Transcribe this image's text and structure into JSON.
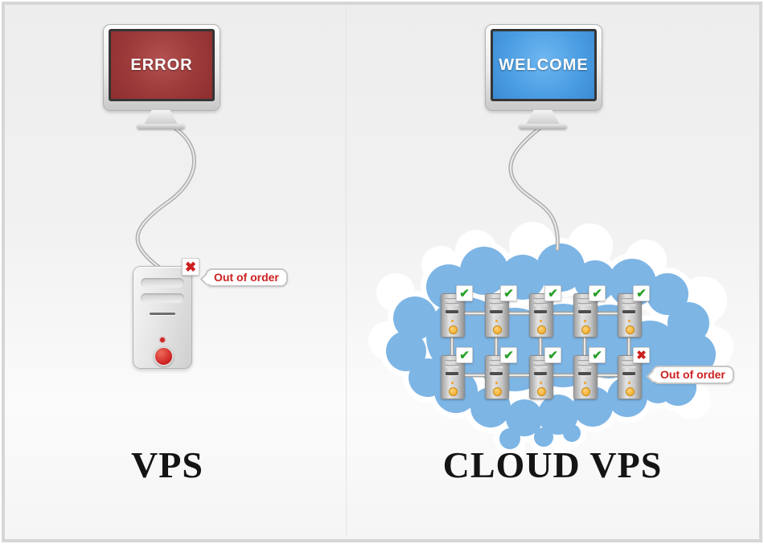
{
  "left_panel": {
    "monitor_text": "ERROR",
    "label": "VPS",
    "out_of_order": "Out of order"
  },
  "right_panel": {
    "monitor_text": "WELCOME",
    "label": "CLOUD VPS",
    "out_of_order": "Out of order",
    "servers": [
      {
        "status": "ok"
      },
      {
        "status": "ok"
      },
      {
        "status": "ok"
      },
      {
        "status": "ok"
      },
      {
        "status": "ok"
      },
      {
        "status": "ok"
      },
      {
        "status": "ok"
      },
      {
        "status": "ok"
      },
      {
        "status": "ok"
      },
      {
        "status": "fail"
      }
    ]
  },
  "icons": {
    "check": "✔",
    "cross": "✖"
  },
  "colors": {
    "error_screen": "#8e2e2e",
    "welcome_screen": "#4a9de2",
    "cloud_blue": "#7db5e5",
    "check_green": "#2ca12c",
    "cross_red": "#cc1f1f"
  }
}
